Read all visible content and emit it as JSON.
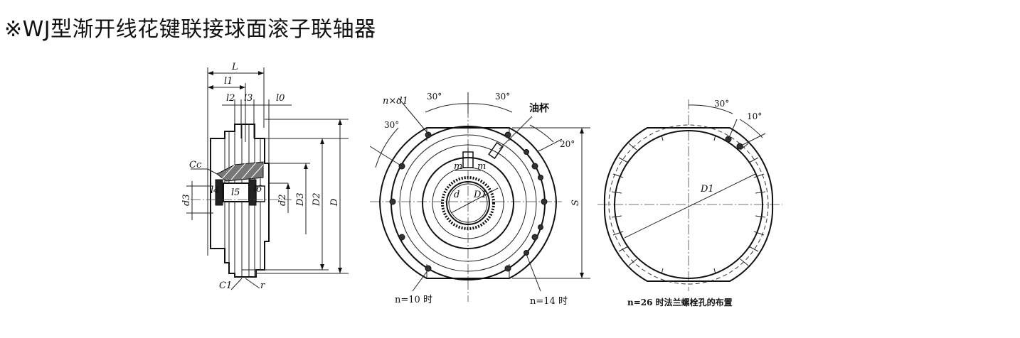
{
  "title": "※WJ型渐开线花键联接球面滚子联轴器",
  "side_view": {
    "labels": {
      "L": "L",
      "l1": "l1",
      "l2": "l2",
      "l3": "l3",
      "l0": "l0",
      "Cc": "Cc",
      "l4": "l4",
      "l5": "l5",
      "l6": "l6",
      "d3": "d3",
      "d2": "d2",
      "D3": "D3",
      "D2": "D2",
      "D": "D",
      "C1": "C1",
      "r": "r"
    }
  },
  "front_view": {
    "labels": {
      "nxd1": "n×d1",
      "angle_top_left": "30°",
      "angle_top_right": "30°",
      "angle_left": "30°",
      "angle_right": "20°",
      "oil_cup": "油杯",
      "m_left": "m",
      "m_right": "m",
      "d": "d",
      "D1": "D1",
      "S": "S"
    },
    "captions": {
      "left": "n=10 时",
      "right": "n=14 时"
    }
  },
  "flange_view": {
    "labels": {
      "angle_30": "30°",
      "angle_10": "10°",
      "D1": "D1"
    },
    "caption": "n=26 时法兰螺栓孔的布置"
  }
}
